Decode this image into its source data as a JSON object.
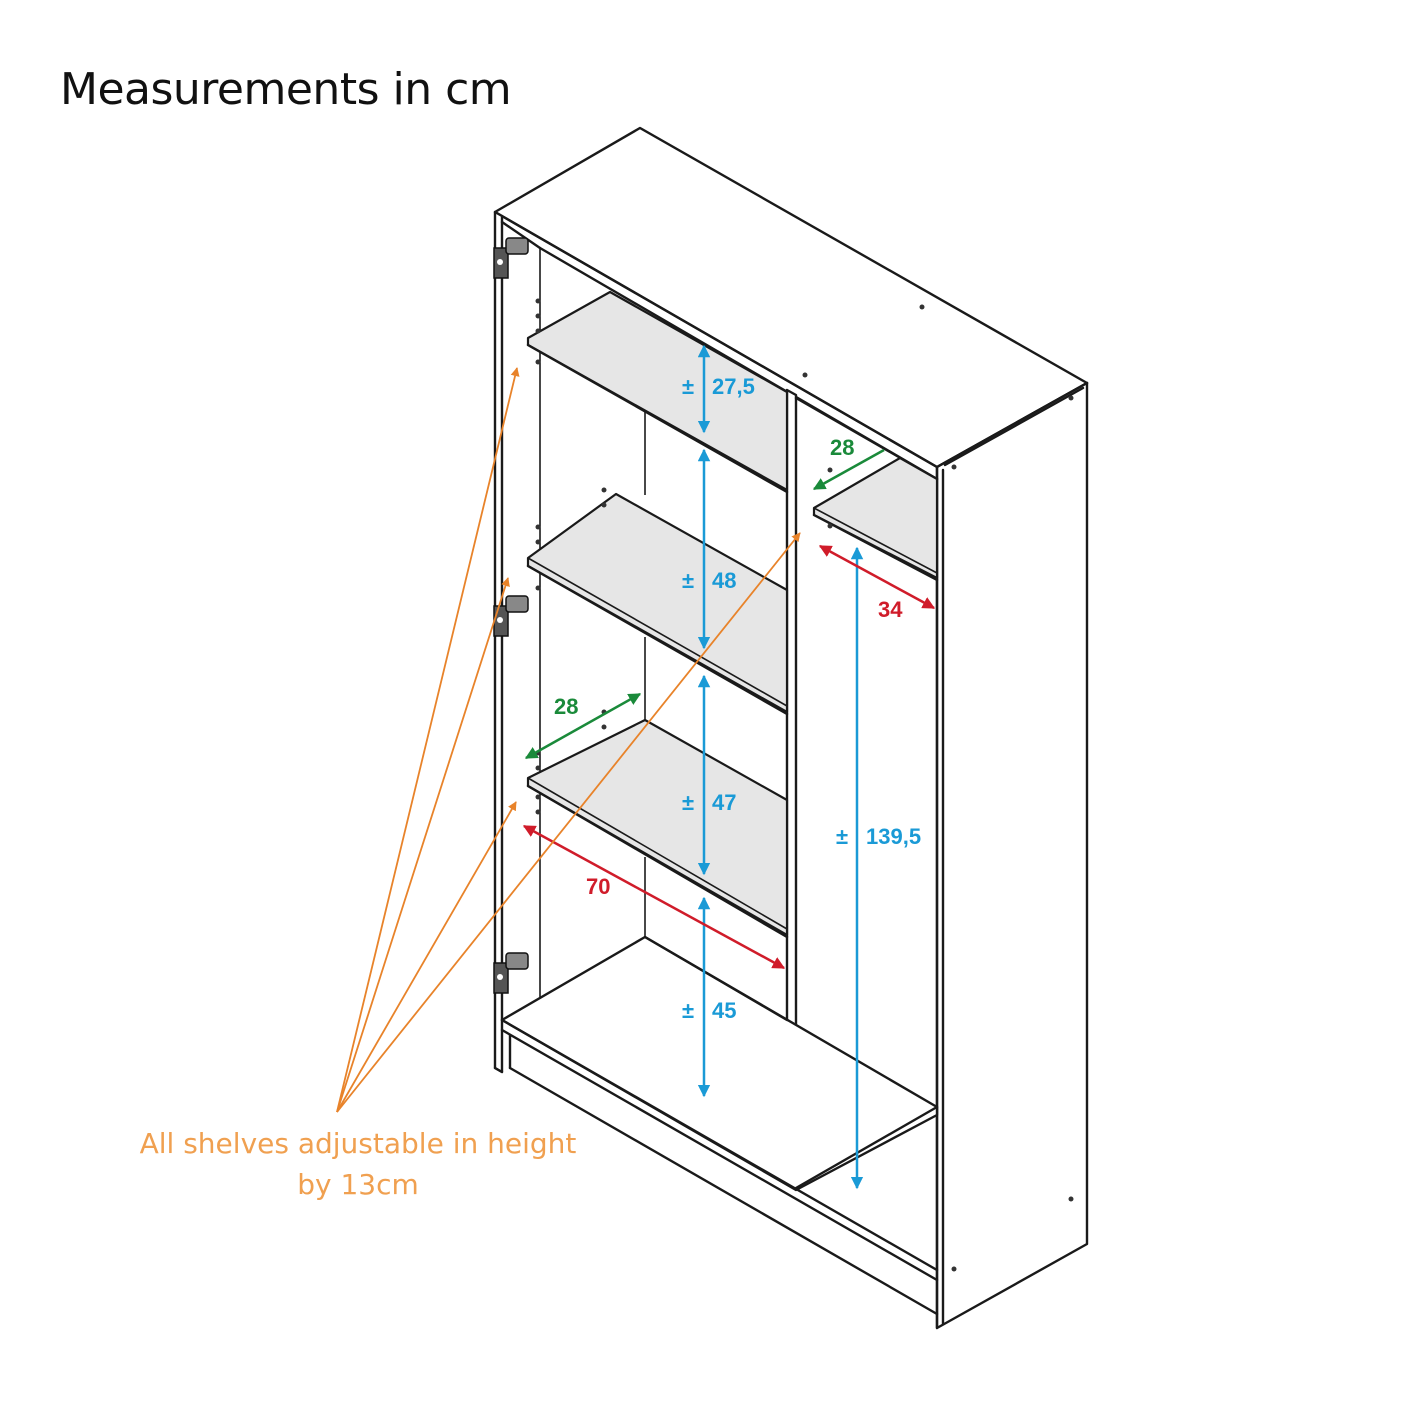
{
  "title": "Measurements in cm",
  "note_line1": "All shelves adjustable in height",
  "note_line2": "by 13cm",
  "colors": {
    "height": "#1a9ad6",
    "depth": "#1a8a3a",
    "width": "#d01c2a",
    "note": "#e8832a",
    "note_text": "#f0a050",
    "outline": "#1a1a1a"
  },
  "dimensions": {
    "h1": "27,5",
    "h2": "48",
    "h3": "47",
    "h4": "45",
    "h_right": "139,5",
    "depth_left": "28",
    "depth_right": "28",
    "width_left": "70",
    "width_right": "34",
    "pm": "±"
  }
}
